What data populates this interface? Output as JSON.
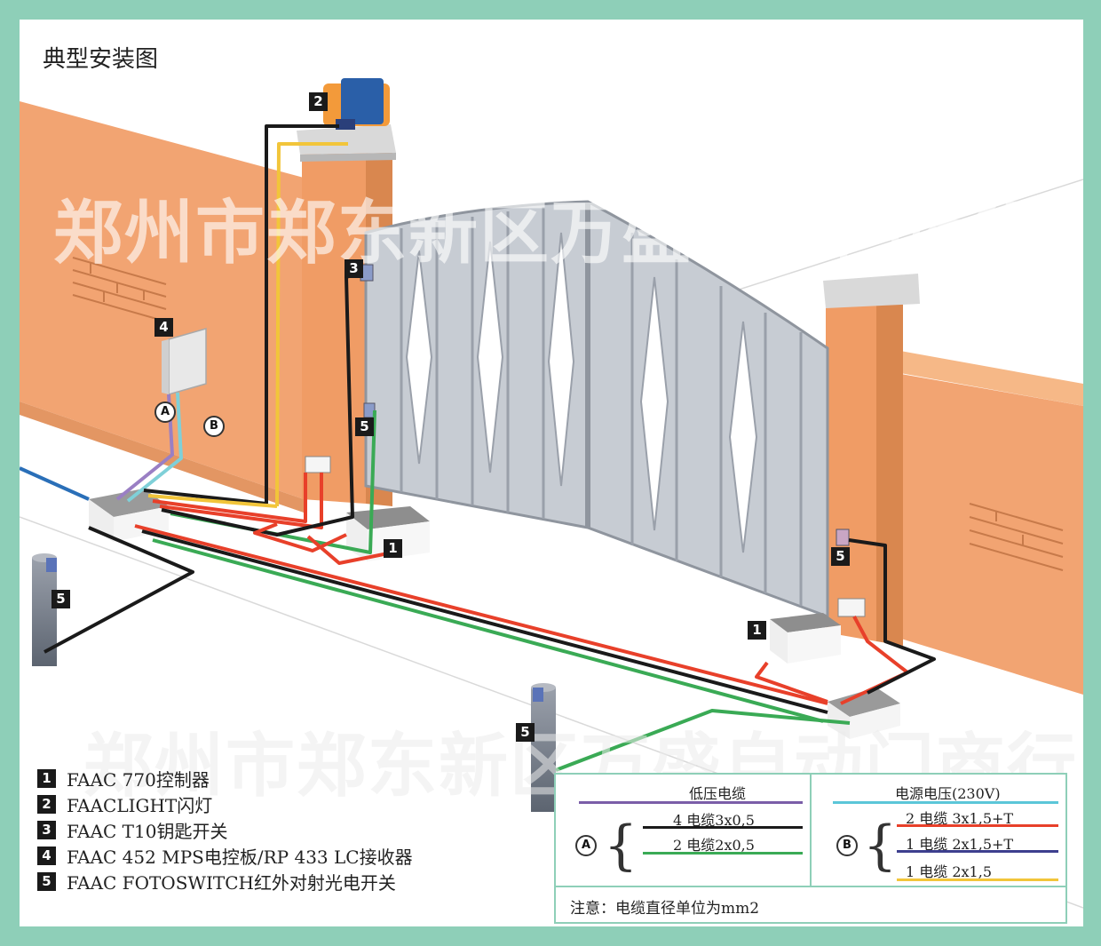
{
  "title": "典型安装图",
  "watermark": "郑州市郑东新区万盛自动门商行",
  "callouts": [
    "2",
    "3",
    "4",
    "5",
    "1",
    "1",
    "5",
    "5",
    "5"
  ],
  "circle_labels": {
    "a": "A",
    "b": "B"
  },
  "legend": [
    {
      "num": "1",
      "text": "FAAC 770控制器"
    },
    {
      "num": "2",
      "text": "FAACLIGHT闪灯"
    },
    {
      "num": "3",
      "text": "FAAC T10钥匙开关"
    },
    {
      "num": "4",
      "text": "FAAC 452 MPS电控板/RP 433 LC接收器"
    },
    {
      "num": "5",
      "text": "FAAC FOTOSWITCH红外对射光电开关"
    }
  ],
  "cable_table": {
    "low_voltage": {
      "header": "低压电缆",
      "label": "A",
      "rows": [
        {
          "text": "4 电缆3x0,5",
          "color": "#1a1a1a"
        },
        {
          "text": "2 电缆2x0,5",
          "color": "#3aaa55"
        }
      ],
      "header_color": "#7b5ea8"
    },
    "mains": {
      "header": "电源电压(230V)",
      "label": "B",
      "rows": [
        {
          "text": "2 电缆 3x1,5+T",
          "color": "#e8402a"
        },
        {
          "text": "1 电缆 2x1,5+T",
          "color": "#3d3f8e"
        },
        {
          "text": "1 电缆 2x1,5",
          "color": "#f2c53a"
        }
      ],
      "header_color": "#5bc6d8"
    },
    "note": "注意：电缆直径单位为mm2"
  },
  "colors": {
    "frame": "#8ecfb8",
    "wall": "#f2a472",
    "wall_dark": "#e08e5a",
    "gate": "#b9bec7",
    "cable_red": "#e8402a",
    "cable_black": "#1a1a1a",
    "cable_green": "#3aaa55",
    "cable_yellow": "#f2c53a",
    "cable_blue": "#2a6fb8",
    "cable_purple": "#9a7fc4",
    "cable_cyan": "#7fd0d8"
  }
}
